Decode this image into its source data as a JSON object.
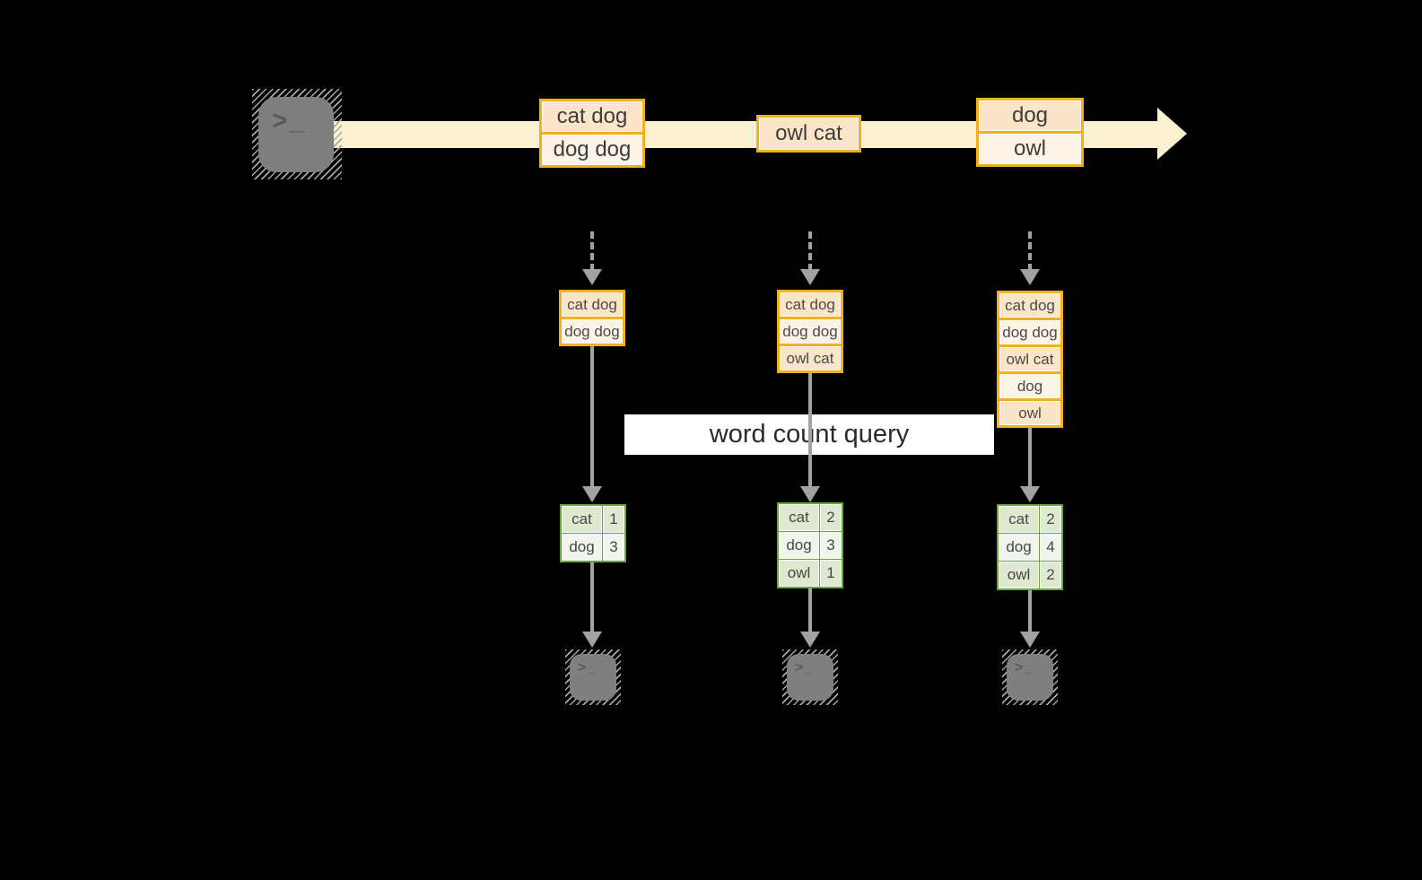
{
  "title": "streaming word count diagram",
  "colors": {
    "background": "#000000",
    "amber_border": "#f2b01e",
    "peach_dark": "#fbe5c8",
    "peach_light": "#fdf4e7",
    "stream_band": "#fbf0cf",
    "green_border": "#6aa63c",
    "green_row_dark": "#dfe9d2",
    "green_row_light": "#f1f6ec",
    "connector_gray": "#a2a2a2",
    "terminal_gray": "#7f7f7f",
    "label_background": "#ffffff"
  },
  "source_terminal": {
    "glyph": ">_"
  },
  "stream": {
    "events": [
      {
        "lines": [
          "cat dog",
          "dog dog"
        ]
      },
      {
        "lines": [
          "owl cat"
        ]
      },
      {
        "lines": [
          "dog",
          "owl"
        ]
      }
    ]
  },
  "label": {
    "text": "word count query"
  },
  "columns": [
    {
      "buffer": [
        "cat dog",
        "dog dog"
      ],
      "counts": [
        {
          "word": "cat",
          "count": "1"
        },
        {
          "word": "dog",
          "count": "3"
        }
      ],
      "sink_glyph": ">_"
    },
    {
      "buffer": [
        "cat dog",
        "dog dog",
        "owl cat"
      ],
      "counts": [
        {
          "word": "cat",
          "count": "2"
        },
        {
          "word": "dog",
          "count": "3"
        },
        {
          "word": "owl",
          "count": "1"
        }
      ],
      "sink_glyph": ">_"
    },
    {
      "buffer": [
        "cat dog",
        "dog dog",
        "owl cat",
        "dog",
        "owl"
      ],
      "counts": [
        {
          "word": "cat",
          "count": "2"
        },
        {
          "word": "dog",
          "count": "4"
        },
        {
          "word": "owl",
          "count": "2"
        }
      ],
      "sink_glyph": ">_"
    }
  ]
}
